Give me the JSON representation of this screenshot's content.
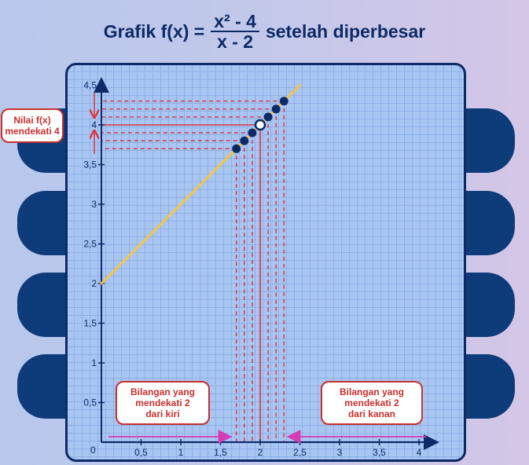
{
  "title": {
    "prefix": "Grafik f(x) =",
    "numerator": "x² - 4",
    "denominator": "x - 2",
    "suffix": "setelah diperbesar"
  },
  "callouts": {
    "fx_line1": "Nilai f(x)",
    "fx_line2": "mendekati 4",
    "left_line1": "Bilangan yang",
    "left_line2": "mendekati 2",
    "left_line3": "dari kiri",
    "right_line1": "Bilangan yang",
    "right_line2": "mendekati 2",
    "right_line3": "dari kanan"
  },
  "colors": {
    "axis": "#0d2a66",
    "line": "#f5c542",
    "guide": "#e0303a",
    "arrow_pink": "#d63bb3",
    "point": "#0d2a66",
    "callout_border": "#c9302c"
  },
  "chart_data": {
    "type": "line",
    "function": "f(x) = (x^2 - 4)/(x - 2)",
    "xlim": [
      0,
      4
    ],
    "ylim": [
      0,
      4.5
    ],
    "x_ticks": [
      "0,5",
      "1",
      "1,5",
      "2",
      "2,5",
      "3",
      "3,5",
      "4"
    ],
    "y_ticks": [
      "0,5",
      "1",
      "1,5",
      "2",
      "2,5",
      "3",
      "3,5",
      "4",
      "4,5"
    ],
    "origin_label": "0",
    "line_segment": {
      "x": [
        0,
        2.5
      ],
      "y": [
        2,
        4.5
      ]
    },
    "points_left": [
      {
        "x": 1.7,
        "y": 3.7
      },
      {
        "x": 1.8,
        "y": 3.8
      },
      {
        "x": 1.9,
        "y": 3.9
      }
    ],
    "points_right": [
      {
        "x": 2.1,
        "y": 4.1
      },
      {
        "x": 2.2,
        "y": 4.2
      },
      {
        "x": 2.3,
        "y": 4.3
      }
    ],
    "open_point": {
      "x": 2,
      "y": 4
    },
    "limit_x": 2,
    "limit_y": 4
  }
}
